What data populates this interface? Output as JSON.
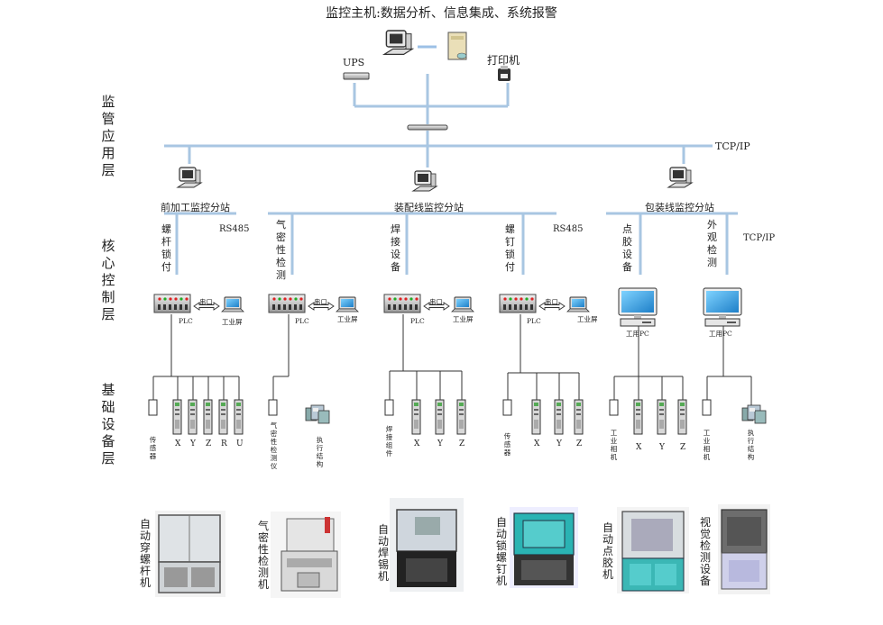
{
  "title": "监控主机:数据分析、信息集成、系统报警",
  "top_devices": {
    "ups": "UPS",
    "printer": "打印机"
  },
  "protocols": {
    "tcpip_main": "TCP/IP",
    "tcpip_pack": "TCP/IP",
    "rs485_left": "RS485",
    "rs485_mid": "RS485"
  },
  "layers": {
    "management": "监管应用层",
    "core": "核心控制层",
    "base": "基础设备层"
  },
  "stations": {
    "pre_processing": "前加工监控分站",
    "assembly": "装配线监控分站",
    "packaging": "包装线监控分站"
  },
  "branches": {
    "screw_lock": "螺杆锁付",
    "airtight": "气密性检测",
    "welding": "焊接设备",
    "nut_lock": "螺钉锁付",
    "dispensing": "点胶设备",
    "visual": "外观检测"
  },
  "controller": {
    "plc": "PLC",
    "serial": "串口",
    "hmi": "工业屏",
    "ipc1": "工用PC",
    "ipc2": "工用PC"
  },
  "devices": {
    "g1": [
      "传感器",
      "X",
      "Y",
      "Z",
      "R",
      "U"
    ],
    "g2": [
      "气密性检测仪",
      "执行结构"
    ],
    "g3": [
      "焊接组件",
      "X",
      "Y",
      "Z"
    ],
    "g4": [
      "传感器",
      "X",
      "Y",
      "Z"
    ],
    "g5": [
      "工业相机",
      "X",
      "Y",
      "Z"
    ],
    "g6": [
      "工业相机",
      "执行结构"
    ]
  },
  "machines": [
    "自动穿螺杆机",
    "气密性检测机",
    "自动焊锡机",
    "自动锁螺钉机",
    "自动点胶机",
    "视觉检测设备"
  ]
}
